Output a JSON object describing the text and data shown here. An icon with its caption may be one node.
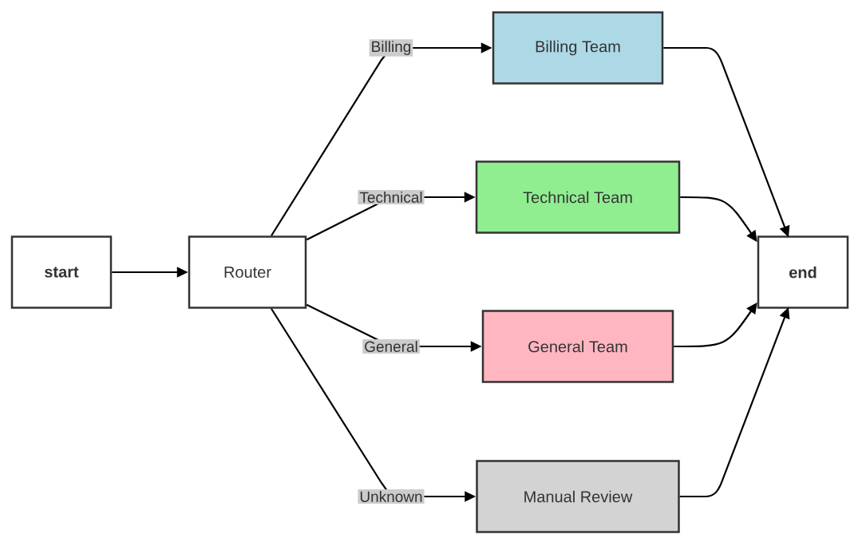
{
  "diagram": {
    "nodes": [
      {
        "text": [
          "start"
        ]
      },
      {
        "text": [
          "Router"
        ]
      },
      {
        "text": [
          "Billing Team"
        ]
      },
      {
        "text": [
          "Technical Team"
        ]
      },
      {
        "text": [
          "General Team"
        ]
      },
      {
        "text": [
          "Manual Review"
        ]
      },
      {
        "text": [
          "end"
        ]
      }
    ],
    "edges": [
      {
        "from": 0,
        "to": 1,
        "arrow": "to"
      },
      {
        "from": 1,
        "to": 2,
        "arrow": "to",
        "label": "Billing"
      },
      {
        "from": 1,
        "to": 3,
        "arrow": "to",
        "label": "Technical"
      },
      {
        "from": 1,
        "to": 4,
        "arrow": "to",
        "label": "General"
      },
      {
        "from": 1,
        "to": 5,
        "arrow": "to",
        "label": "Unknown"
      },
      {
        "from": 2,
        "to": 6,
        "arrow": "to"
      },
      {
        "from": 3,
        "to": 6,
        "arrow": "to"
      },
      {
        "from": 4,
        "to": 6,
        "arrow": "to"
      },
      {
        "from": 5,
        "to": 6,
        "arrow": "to"
      }
    ]
  }
}
